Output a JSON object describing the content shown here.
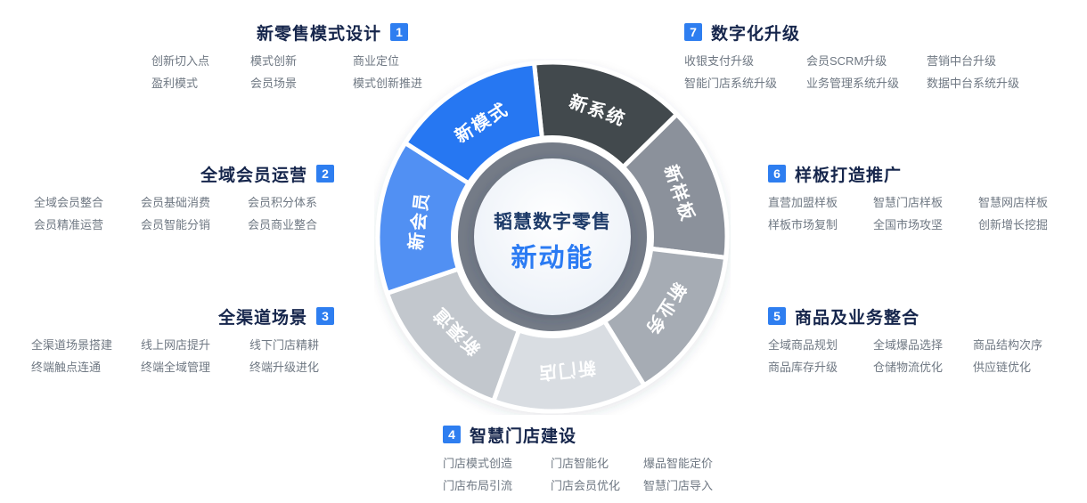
{
  "colors": {
    "accent_blue": "#2b7bf3",
    "badge_blue": "#2e7ef0",
    "title_navy": "#16264c",
    "item_gray": "#6f7883"
  },
  "center": {
    "line1": "韬慧数字零售",
    "line2": "新动能"
  },
  "wheel": {
    "segments": [
      {
        "label": "新系统",
        "color": "#43484e"
      },
      {
        "label": "新样板",
        "color": "#8b919b"
      },
      {
        "label": "新业务",
        "color": "#a6acb4"
      },
      {
        "label": "新门店",
        "color": "#d9dde2"
      },
      {
        "label": "新渠道",
        "color": "#c2c7cd"
      },
      {
        "label": "新会员",
        "color": "#5190f3"
      },
      {
        "label": "新模式",
        "color": "#2577f2"
      }
    ]
  },
  "sections": [
    {
      "num": "1",
      "title": "新零售模式设计",
      "items": [
        [
          "创新切入点",
          "模式创新",
          "商业定位"
        ],
        [
          "盈利模式",
          "会员场景",
          "模式创新推进"
        ]
      ]
    },
    {
      "num": "2",
      "title": "全域会员运营",
      "items": [
        [
          "全域会员整合",
          "会员基础消费",
          "会员积分体系"
        ],
        [
          "会员精准运营",
          "会员智能分销",
          "会员商业整合"
        ]
      ]
    },
    {
      "num": "3",
      "title": "全渠道场景",
      "items": [
        [
          "全渠道场景搭建",
          "线上网店提升",
          "线下门店精耕"
        ],
        [
          "终端触点连通",
          "终端全域管理",
          "终端升级进化"
        ]
      ]
    },
    {
      "num": "4",
      "title": "智慧门店建设",
      "items": [
        [
          "门店模式创造",
          "门店智能化",
          "爆品智能定价"
        ],
        [
          "门店布局引流",
          "门店会员优化",
          "智慧门店导入"
        ]
      ]
    },
    {
      "num": "5",
      "title": "商品及业务整合",
      "items": [
        [
          "全域商品规划",
          "全域爆品选择",
          "商品结构次序"
        ],
        [
          "商品库存升级",
          "仓储物流优化",
          "供应链优化"
        ]
      ]
    },
    {
      "num": "6",
      "title": "样板打造推广",
      "items": [
        [
          "直营加盟样板",
          "智慧门店样板",
          "智慧网店样板"
        ],
        [
          "样板市场复制",
          "全国市场攻坚",
          "创新增长挖掘"
        ]
      ]
    },
    {
      "num": "7",
      "title": "数字化升级",
      "items": [
        [
          "收银支付升级",
          "会员SCRM升级",
          "营销中台升级"
        ],
        [
          "智能门店系统升级",
          "业务管理系统升级",
          "数据中台系统升级"
        ]
      ]
    }
  ]
}
